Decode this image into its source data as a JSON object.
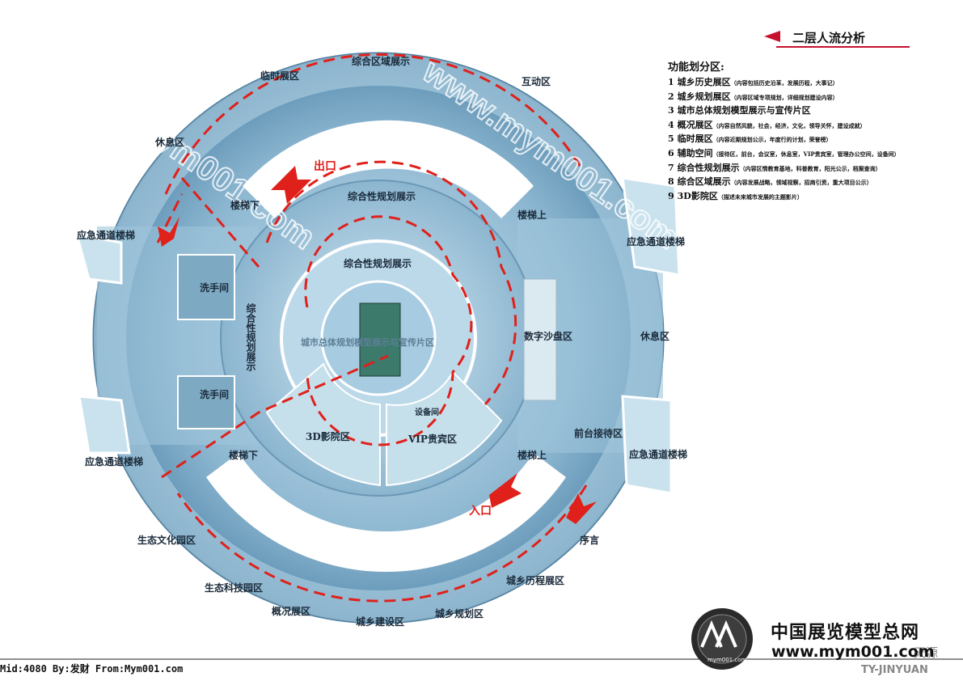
{
  "header": {
    "title": "二层人流分析"
  },
  "legend": {
    "title": "功能划分区:",
    "items": [
      {
        "num": "1",
        "name": "城乡历史展区",
        "note": "（内容包括历史沿革，发展历程，大事记）"
      },
      {
        "num": "2",
        "name": "城乡规划展区",
        "note": "（内容区域专项规划，详细规划建设内容）"
      },
      {
        "num": "3",
        "name": "城市总体规划模型展示与宣传片区",
        "note": ""
      },
      {
        "num": "4",
        "name": "概况展区",
        "note": "（内容自然风貌，社会，经济，文化，领导关怀，建设成就）"
      },
      {
        "num": "5",
        "name": "临时展区",
        "note": "（内容近期规划公示，年度行的计划，荣誉榜）"
      },
      {
        "num": "6",
        "name": "辅助空间",
        "note": "（接待区，前台，会议室，休息室，VIP贵宾室，管理办公空间，设备间）"
      },
      {
        "num": "7",
        "name": "综合性规划展示",
        "note": "（内容区情教育基地，科普教育，阳光公示，档案查询）"
      },
      {
        "num": "8",
        "name": "综合区域展示",
        "note": "（内容发展战略，领域视察，招商引资，重大项目公示）"
      },
      {
        "num": "9",
        "name": "3D影院区",
        "note": "（描述未来城市发展的主题影片）"
      }
    ]
  },
  "plan_labels": {
    "zonghe_quyu": "综合区域展示",
    "linshi": "临时展区",
    "hudong": "互动区",
    "xiuxi_top": "休息区",
    "exit": "出口",
    "stair_down_top": "楼梯下",
    "zonghe_outer": "综合性规划展示",
    "stair_up_top": "楼梯上",
    "emergency_left": "应急通道楼梯",
    "emergency_right": "应急通道楼梯",
    "zonghe_inner": "综合性规划展示",
    "zonghe_vertical": "综合性规划展示",
    "washroom_top": "洗手间",
    "washroom_bottom": "洗手间",
    "city_model": "城市总体规划模型展示与宣传片区",
    "digital_sandbox": "数字沙盘区",
    "xiuxi_right": "休息区",
    "equipment": "设备间",
    "cinema": "3D影院区",
    "vip": "VIP贵宾区",
    "reception": "前台接待区",
    "stair_down_bottom": "楼梯下",
    "stair_up_bottom": "楼梯上",
    "emergency_left_bottom": "应急通道楼梯",
    "emergency_right_bottom": "应急通道楼梯",
    "entrance": "入口",
    "ecology_culture": "生态文化园区",
    "preface": "序言",
    "ecology_tech": "生态科技园区",
    "history": "城乡历程展区",
    "overview": "概况展区",
    "construction": "城乡建设区",
    "planning": "城乡规划区"
  },
  "watermarks": {
    "left": "www.mym001.com",
    "right": "www.mym001.com"
  },
  "footer": {
    "text": "Mid:4080 By:发财 From:Mym001.com"
  },
  "brand": {
    "name": "中国展览模型总网",
    "url": "www.mym001.com",
    "logo_text": "mym001.com",
    "sub": "TY-JINYUAN",
    "sub2": "天源"
  },
  "colors": {
    "flow_line": "#e0201a",
    "ring": "#5c8fb2",
    "ring_light": "#a9cde0",
    "header_red": "#c8102e"
  }
}
